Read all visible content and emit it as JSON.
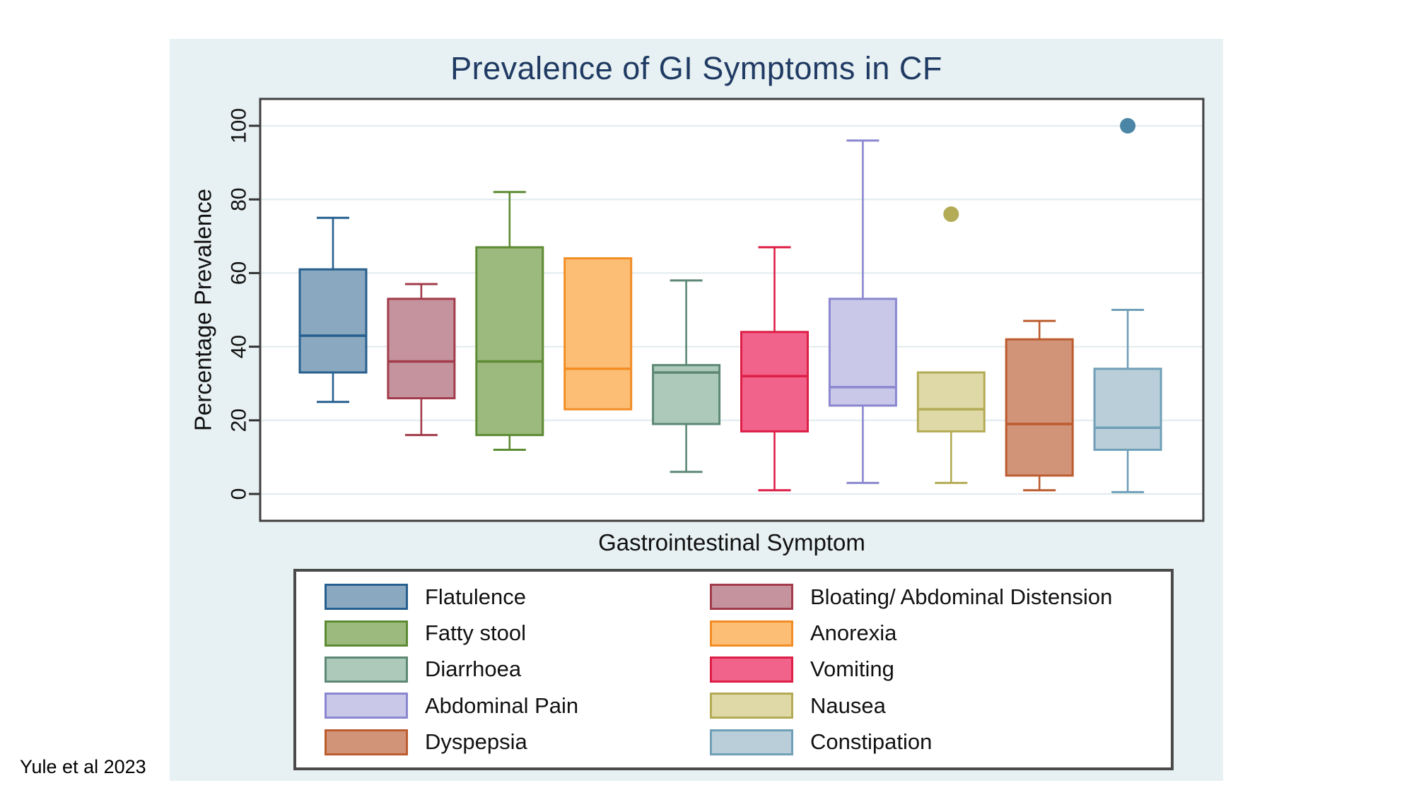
{
  "attribution": {
    "text": "Yule et al 2023"
  },
  "chart": {
    "title": "Prevalence of GI Symptoms in CF",
    "x_axis_label": "Gastrointestinal Symptom",
    "y_axis_label": "Percentage Prevalence"
  },
  "chart_data": {
    "type": "boxplot",
    "title": "Prevalence of GI Symptoms in CF",
    "xlabel": "Gastrointestinal Symptom",
    "ylabel": "Percentage Prevalence",
    "ylim": [
      -7,
      107
    ],
    "y_ticks": [
      0,
      20,
      40,
      60,
      80,
      100
    ],
    "grid": true,
    "legend_position": "bottom",
    "legend_columns": 2,
    "legend_order": [
      0,
      2,
      4,
      6,
      8,
      1,
      3,
      5,
      7,
      9
    ],
    "series": [
      {
        "name": "Flatulence",
        "min": 25,
        "q1": 33,
        "median": 43,
        "q3": 61,
        "max": 75,
        "outliers": [],
        "fill": "#8aa9c0",
        "stroke": "#265f8e",
        "dot": "#265f8e"
      },
      {
        "name": "Bloating/ Abdominal Distension",
        "min": 16,
        "q1": 26,
        "median": 36,
        "q3": 53,
        "max": 57,
        "outliers": [],
        "fill": "#c5939d",
        "stroke": "#a23b4b",
        "dot": "#a23b4b"
      },
      {
        "name": "Fatty stool",
        "min": 12,
        "q1": 16,
        "median": 36,
        "q3": 67,
        "max": 82,
        "outliers": [],
        "fill": "#9cb97e",
        "stroke": "#5d8b33",
        "dot": "#5d8b33"
      },
      {
        "name": "Anorexia",
        "min": 23,
        "q1": 23,
        "median": 34,
        "q3": 64,
        "max": 64,
        "outliers": [],
        "fill": "#fcbe75",
        "stroke": "#f28d25",
        "dot": "#f28d25"
      },
      {
        "name": "Diarrhoea",
        "min": 6,
        "q1": 19,
        "median": 33,
        "q3": 35,
        "max": 58,
        "outliers": [],
        "fill": "#adc9ba",
        "stroke": "#5c8875",
        "dot": "#5c8875"
      },
      {
        "name": "Vomiting",
        "min": 1,
        "q1": 17,
        "median": 32,
        "q3": 44,
        "max": 67,
        "outliers": [],
        "fill": "#f2638b",
        "stroke": "#dd1f47",
        "dot": "#dd1f47"
      },
      {
        "name": "Abdominal Pain",
        "min": 3,
        "q1": 24,
        "median": 29,
        "q3": 53,
        "max": 96,
        "outliers": [],
        "fill": "#c9c8e8",
        "stroke": "#8a87cf",
        "dot": "#8a87cf"
      },
      {
        "name": "Nausea",
        "min": 3,
        "q1": 17,
        "median": 23,
        "q3": 33,
        "max": 33,
        "outliers": [
          76
        ],
        "fill": "#ded9a6",
        "stroke": "#b3ab55",
        "dot": "#b3ab55"
      },
      {
        "name": "Dyspepsia",
        "min": 1,
        "q1": 5,
        "median": 19,
        "q3": 42,
        "max": 47,
        "outliers": [],
        "fill": "#d29478",
        "stroke": "#bc5c2f",
        "dot": "#bc5c2f"
      },
      {
        "name": "Constipation",
        "min": 0.5,
        "q1": 12,
        "median": 18,
        "q3": 34,
        "max": 50,
        "outliers": [
          100
        ],
        "fill": "#b9ced9",
        "stroke": "#70a0b8",
        "dot": "#4c86a6"
      }
    ],
    "colors": {
      "panel_background": "#e7f0f2",
      "plot_background": "#ffffff",
      "gridline": "#e0ebee",
      "axis": "#3f3f3f",
      "tick": "#333333",
      "title": "#1f3a63",
      "text": "#111111"
    }
  }
}
